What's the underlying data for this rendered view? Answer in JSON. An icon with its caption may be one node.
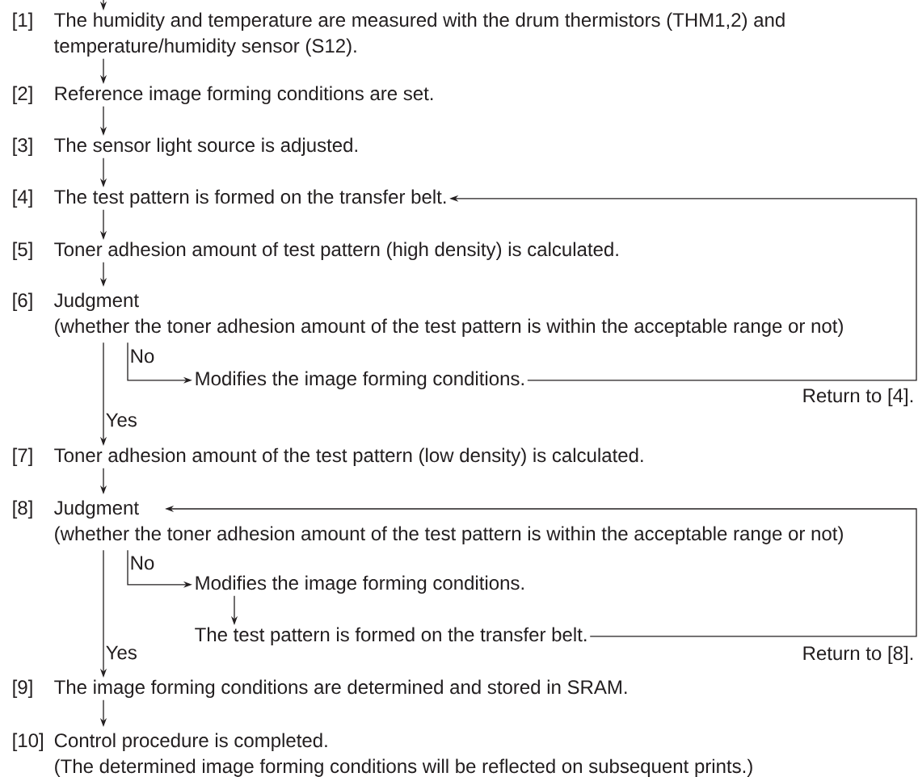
{
  "diagram": {
    "nodes": [
      {
        "text": [
          "[1]",
          "The humidity and temperature are measured with the drum thermistors (THM1,2) and temperature/humidity sensor (S12)."
        ]
      },
      {
        "text": [
          "[2]",
          "Reference image forming conditions are set."
        ]
      },
      {
        "text": [
          "[3]",
          "The sensor light source is adjusted."
        ]
      },
      {
        "text": [
          "[4]",
          "The test pattern is formed on the transfer belt."
        ]
      },
      {
        "text": [
          "[5]",
          "Toner adhesion amount of test pattern (high density) is calculated."
        ]
      },
      {
        "text": [
          "[6]",
          "Judgment",
          "(whether the toner adhesion amount of the test pattern is within the acceptable range or not)"
        ]
      },
      {
        "text": [
          "Modifies the image forming conditions."
        ]
      },
      {
        "text": [
          "[7]",
          "Toner adhesion amount of the test pattern (low density) is calculated."
        ]
      },
      {
        "text": [
          "[8]",
          "Judgment",
          "(whether the toner adhesion amount of the test pattern is within the acceptable range or not)"
        ]
      },
      {
        "text": [
          "Modifies the image forming conditions."
        ]
      },
      {
        "text": [
          "The test pattern is formed on the transfer belt."
        ]
      },
      {
        "text": [
          "[9]",
          "The image forming conditions are determined and stored in SRAM."
        ]
      },
      {
        "text": [
          "[10]",
          "Control procedure is completed.",
          "(The determined image forming conditions will be reflected on subsequent prints.)"
        ]
      }
    ],
    "edges": [
      {
        "from": null,
        "to": 0,
        "arrow": "to"
      },
      {
        "from": 0,
        "to": 1,
        "arrow": "to"
      },
      {
        "from": 1,
        "to": 2,
        "arrow": "to"
      },
      {
        "from": 2,
        "to": 3,
        "arrow": "to"
      },
      {
        "from": 3,
        "to": 4,
        "arrow": "to"
      },
      {
        "from": 4,
        "to": 5,
        "arrow": "to"
      },
      {
        "from": 5,
        "to": 6,
        "arrow": "to",
        "label": "No"
      },
      {
        "from": 6,
        "to": 3,
        "arrow": "to",
        "label": "Return to [4]."
      },
      {
        "from": 5,
        "to": 7,
        "arrow": "to",
        "label": "Yes"
      },
      {
        "from": 7,
        "to": 8,
        "arrow": "to"
      },
      {
        "from": 8,
        "to": 9,
        "arrow": "to",
        "label": "No"
      },
      {
        "from": 9,
        "to": 10,
        "arrow": "to"
      },
      {
        "from": 10,
        "to": 8,
        "arrow": "to",
        "label": "Return to [8]."
      },
      {
        "from": 8,
        "to": 11,
        "arrow": "to",
        "label": "Yes"
      },
      {
        "from": 11,
        "to": 12,
        "arrow": "to"
      }
    ]
  }
}
